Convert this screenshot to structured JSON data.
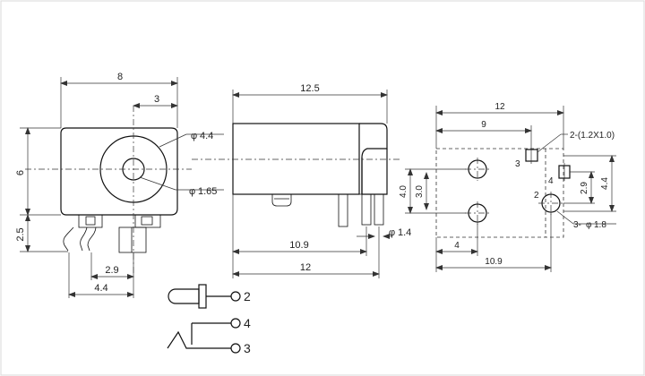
{
  "front_view": {
    "dim_width": "8",
    "dim_hole_offset": "3",
    "dim_height": "6",
    "dim_pin_length": "2.5",
    "dim_pin_spacing": "2.9",
    "dim_pin_span": "4.4",
    "hole_outer": "4.4",
    "hole_inner": "1.65"
  },
  "side_view": {
    "dim_length": "12.5",
    "dim_body": "10.9",
    "dim_total": "12",
    "pin_dia": "1.4"
  },
  "pcb_layout": {
    "dim_width": "12",
    "dim_x1": "9",
    "dim_y_spacing": "3.0",
    "dim_y_total": "4.0",
    "dim_y_side": "2.9",
    "dim_y_side_total": "4.4",
    "dim_x_small": "4",
    "dim_x_total": "10.9",
    "slot_callout": "2-(1.2X1.0)",
    "hole_callout": "3-",
    "hole_callout_dia": "1.8",
    "pad_labels": [
      "3",
      "4",
      "2"
    ]
  },
  "schematic": {
    "pins": [
      "2",
      "4",
      "3"
    ]
  }
}
